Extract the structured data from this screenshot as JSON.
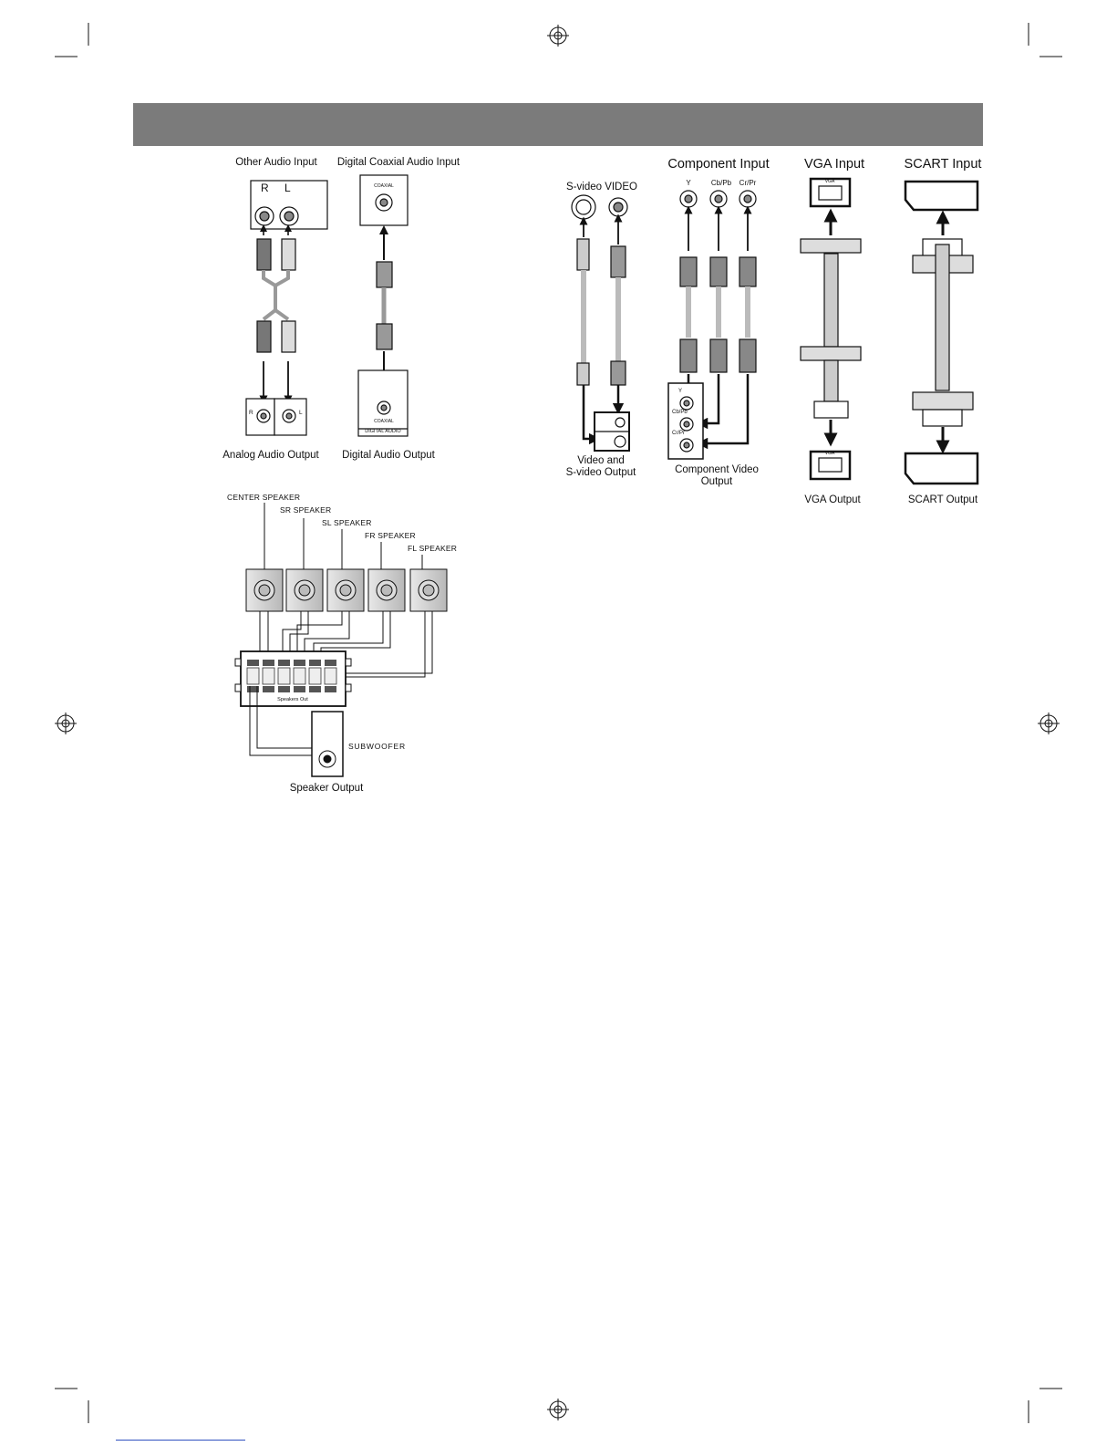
{
  "header": {
    "title": ""
  },
  "audio": {
    "other_audio_input": "Other Audio Input",
    "digital_coaxial_audio_input": "Digital Coaxial Audio Input",
    "jack_r": "R",
    "jack_l": "L",
    "analog_audio_output": "Analog Audio Output",
    "digital_audio_output": "Digital Audio Output",
    "coaxial_small": "COAXIAL",
    "digital_audio_small": "DIGITAL AUDIO"
  },
  "video": {
    "s_video_video": "S-video  VIDEO",
    "video_and_svideo_output_line1": "Video and",
    "video_and_svideo_output_line2": "S-video Output",
    "component_input": "Component Input",
    "comp_y": "Y",
    "comp_cbpb": "Cb/Pb",
    "comp_crpr": "Cr/Pr",
    "component_video_output_line1": "Component Video",
    "component_video_output_line2": "Output",
    "vga_input": "VGA Input",
    "vga_output": "VGA Output",
    "vga_small": "VGA",
    "scart_input": "SCART Input",
    "scart_output": "SCART Output"
  },
  "speakers": {
    "center": "CENTER SPEAKER",
    "sr": "SR SPEAKER",
    "sl": "SL SPEAKER",
    "fr": "FR SPEAKER",
    "fl": "FL SPEAKER",
    "subwoofer": "SUBWOOFER",
    "speaker_output": "Speaker Output",
    "speakers_out_small": "Speakers Out"
  }
}
